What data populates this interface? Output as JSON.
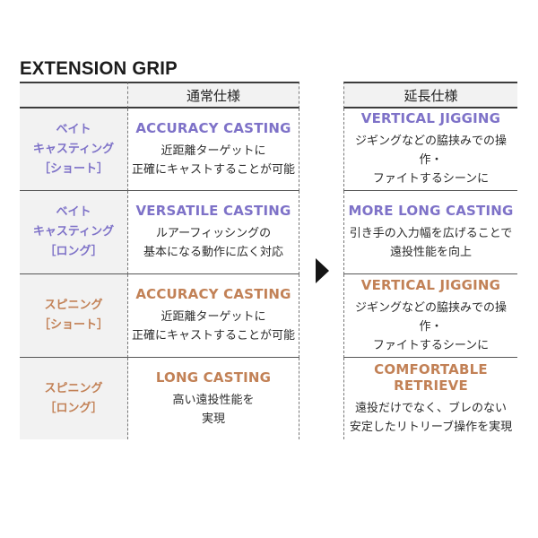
{
  "title": "EXTENSION GRIP",
  "colors": {
    "purple": "#7e72c8",
    "orange": "#c28156",
    "cell-bg": "#f2f2f2",
    "border-strong": "#3c3c3c",
    "border-row": "#555555",
    "dash": "#777777",
    "text": "#2b2b2b",
    "title-color": "#1c1c1c",
    "arrow": "#151515"
  },
  "icons": {
    "transform_arrow": "right-triangle"
  },
  "table": {
    "columns": {
      "normal": "通常仕様",
      "extended": "延長仕様"
    },
    "rows": [
      {
        "accent": "purple",
        "category": "ベイト\nキャスティング\n［ショート］",
        "normal": {
          "title": "ACCURACY CASTING",
          "desc": "近距離ターゲットに\n正確にキャストすることが可能"
        },
        "extended": {
          "title": "VERTICAL JIGGING",
          "desc": "ジギングなどの脇挟みでの操作・\nファイトするシーンに"
        }
      },
      {
        "accent": "purple",
        "category": "ベイト\nキャスティング\n［ロング］",
        "normal": {
          "title": "VERSATILE CASTING",
          "desc": "ルアーフィッシングの\n基本になる動作に広く対応"
        },
        "extended": {
          "title": "MORE LONG CASTING",
          "desc": "引き手の入力幅を広げることで\n遠投性能を向上"
        }
      },
      {
        "accent": "orange",
        "category": "スピニング\n［ショート］",
        "normal": {
          "title": "ACCURACY CASTING",
          "desc": "近距離ターゲットに\n正確にキャストすることが可能"
        },
        "extended": {
          "title": "VERTICAL JIGGING",
          "desc": "ジギングなどの脇挟みでの操作・\nファイトするシーンに"
        }
      },
      {
        "accent": "orange",
        "category": "スピニング\n［ロング］",
        "normal": {
          "title": "LONG CASTING",
          "desc": "高い遠投性能を\n実現"
        },
        "extended": {
          "title": "COMFORTABLE RETRIEVE",
          "desc": "遠投だけでなく、ブレのない\n安定したリトリーブ操作を実現"
        }
      }
    ]
  }
}
